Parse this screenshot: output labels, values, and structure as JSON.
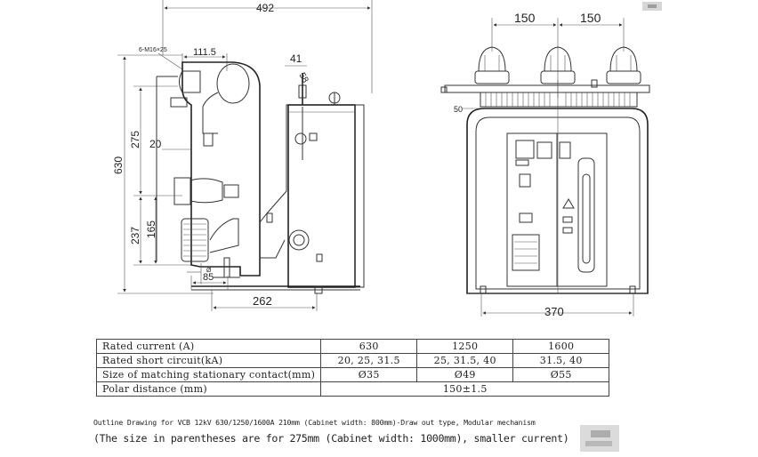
{
  "side_view": {
    "dims": {
      "overall_width": "492",
      "overall_height": "630",
      "upper_height": "275",
      "lower_height": "237",
      "terminal_spacing": "111.5",
      "offset_41": "41",
      "offset_58": "58",
      "offset_20": "20",
      "height_165": "165",
      "offset_85": "85",
      "bottom_width": "262",
      "bolt_note": "6-M16×25"
    }
  },
  "front_view": {
    "dims": {
      "pole_spacing_left": "150",
      "pole_spacing_right": "150",
      "offset_50": "50",
      "base_width": "370"
    }
  },
  "spec_table": {
    "rows": [
      {
        "label": "Rated current (A)",
        "v1": "630",
        "v2": "1250",
        "v3": "1600"
      },
      {
        "label": "Rated short circuit(kA)",
        "v1": "20, 25, 31.5",
        "v2": "25, 31.5, 40",
        "v3": "31.5, 40"
      },
      {
        "label": "Size of matching stationary contact(mm)",
        "v1": "Ø35",
        "v2": "Ø49",
        "v3": "Ø55"
      },
      {
        "label": "Polar distance (mm)",
        "merged": "150±1.5"
      }
    ]
  },
  "captions": {
    "line1": "Outline Drawing for VCB 12kV 630/1250/1600A 210mm (Cabinet width: 800mm)-Draw out type, Modular mechanism",
    "line2": "(The size in parentheses are for 275mm (Cabinet width: 1000mm), smaller current)"
  }
}
